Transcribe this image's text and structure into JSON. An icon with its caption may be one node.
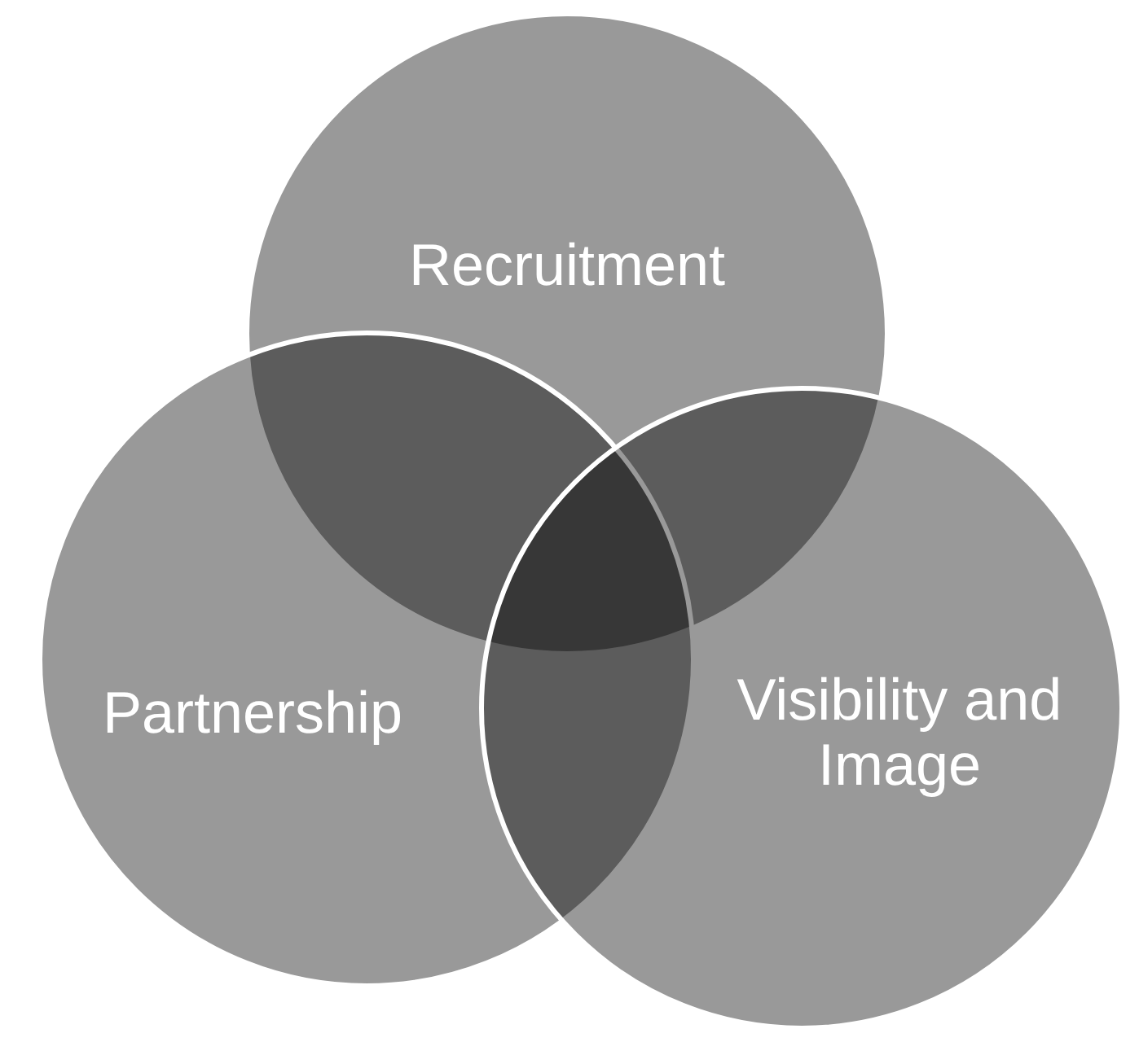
{
  "diagram": {
    "nodes": [
      {
        "text": [
          "Recruitment"
        ]
      },
      {
        "text": [
          "Partnership"
        ]
      },
      {
        "text": [
          "Visibility and Image"
        ]
      }
    ]
  }
}
